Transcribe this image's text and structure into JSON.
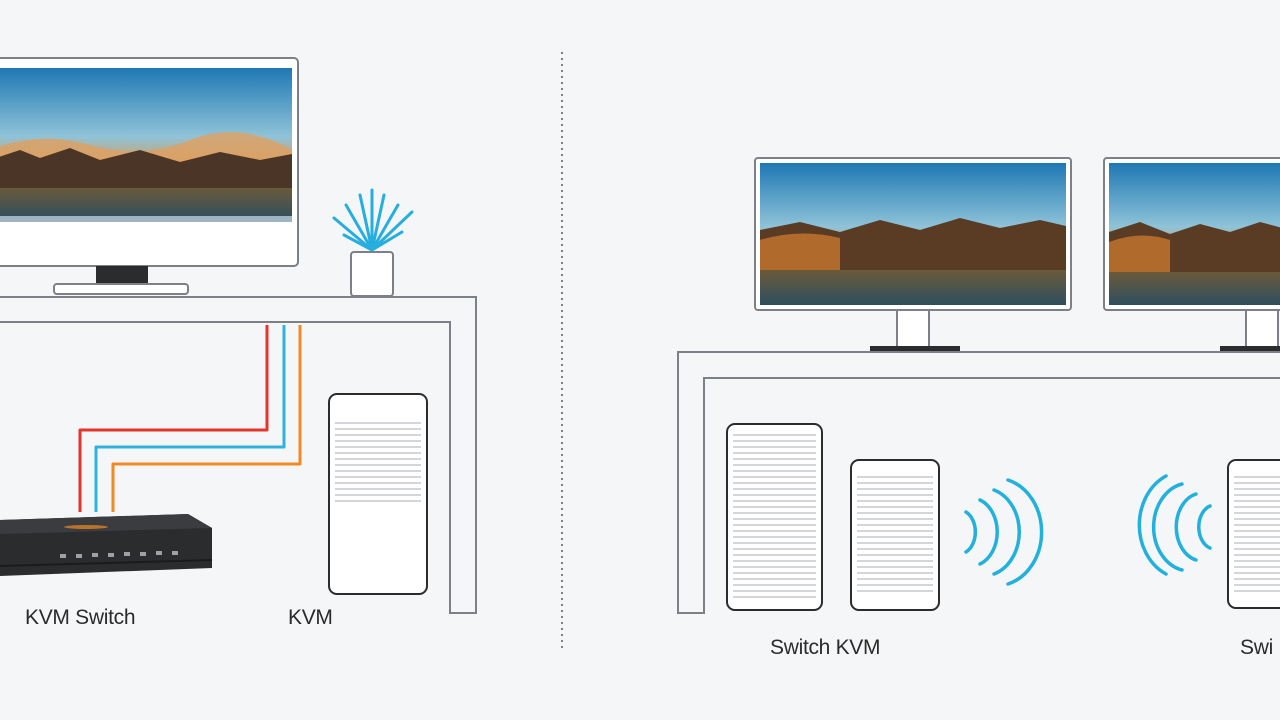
{
  "labels": {
    "switch": "KVM Switch",
    "left_tower": "KVM",
    "right_towers": "Switch KVM",
    "right_edge": "Swi"
  },
  "colors": {
    "background": "#f5f6f7",
    "line": "#7d8086",
    "cable_red": "#e5342c",
    "cable_blue": "#2fb2dd",
    "cable_orange": "#f08a24",
    "wifi": "#22b0dc",
    "plant": "#27aede",
    "switch_body": "#2b2c2e"
  },
  "icons": [
    "monitor-icon",
    "plant-icon",
    "network-switch-icon",
    "tower-pc-icon",
    "wifi-signal-icon"
  ]
}
